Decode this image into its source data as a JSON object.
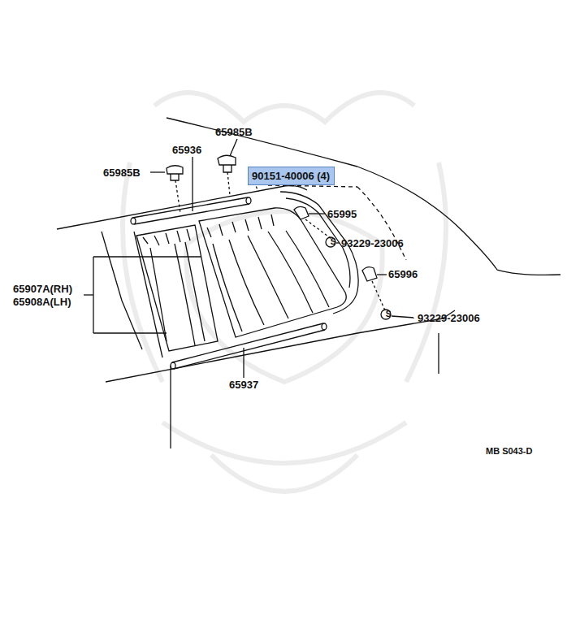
{
  "diagram": {
    "nodes": [
      {
        "text": [
          "90151-40006 (4)"
        ]
      }
    ],
    "labels": [
      "65985B",
      "65936",
      "65985B",
      "65995",
      "S",
      "93229-23006",
      "65996",
      "65907A(RH)",
      "65908A(LH)",
      "S",
      "93229-23006",
      "65937",
      "MB S043-D"
    ]
  }
}
